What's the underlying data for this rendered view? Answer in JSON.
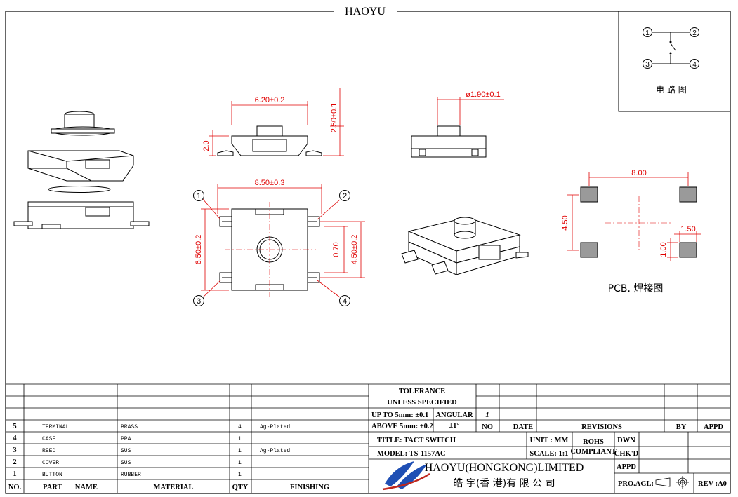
{
  "header": {
    "brand": "HAOYU"
  },
  "schematic": {
    "pins": [
      "1",
      "2",
      "3",
      "4"
    ],
    "label": "电 路 图"
  },
  "dimensions": {
    "side_width": "6.20±0.2",
    "side_height": "2.50±0.1",
    "side_base": "2.0",
    "front_diameter": "ø1.90±0.1",
    "top_width": "8.50±0.3",
    "top_height": "6.50±0.2",
    "top_pin_gap": "0.70",
    "top_body": "4.50±0.2",
    "pcb_width": "8.00",
    "pcb_height": "4.50",
    "pcb_pad_w": "1.50",
    "pcb_pad_h": "1.00"
  },
  "pcb_label": "PCB. 焊接图",
  "title_block": {
    "tolerance": {
      "title": "TOLERANCE",
      "subtitle": "UNLESS   SPECIFIED",
      "row1": "UP  TO  5mm: ±0.1",
      "row2": "ABOVE  5mm: ±0.2",
      "angular_label": "ANGULAR",
      "angular_value": "±1°"
    },
    "revision": {
      "mark": "1",
      "no": "NO",
      "date": "DATE",
      "revisions": "REVISIONS",
      "by": "BY",
      "appd": "APPD"
    },
    "title_label": "TITLE:   TACT  SWITCH",
    "model_label": "MODEL:   TS-1157AC",
    "unit": "UNIT  :  MM",
    "scale": "SCALE:  1:1",
    "rohs": "ROHS",
    "compliant": "COMPLIANT",
    "dwn": "DWN",
    "chkd": "CHK'D",
    "appd": "APPD",
    "company_en": "HAOYU(HONGKONG)LIMITED",
    "company_cn": "皓 宇(香 港)有 限 公 司",
    "pro_agl": "PRO.AGL:",
    "rev": "REV  :A0"
  },
  "bom": {
    "headers": {
      "no": "NO.",
      "part": "PART       NAME",
      "material": "MATERIAL",
      "qty": "QTY",
      "finishing": "FINISHING"
    },
    "rows": [
      {
        "no": "5",
        "part": "TERMINAL",
        "material": "BRASS",
        "qty": "4",
        "finishing": "Ag-Plated"
      },
      {
        "no": "4",
        "part": "CASE",
        "material": "PPA",
        "qty": "1",
        "finishing": ""
      },
      {
        "no": "3",
        "part": "REED",
        "material": "SUS",
        "qty": "1",
        "finishing": "Ag-Plated"
      },
      {
        "no": "2",
        "part": "COVER",
        "material": "SUS",
        "qty": "1",
        "finishing": ""
      },
      {
        "no": "1",
        "part": "BUTTON",
        "material": "RUBBER",
        "qty": "1",
        "finishing": ""
      }
    ]
  }
}
